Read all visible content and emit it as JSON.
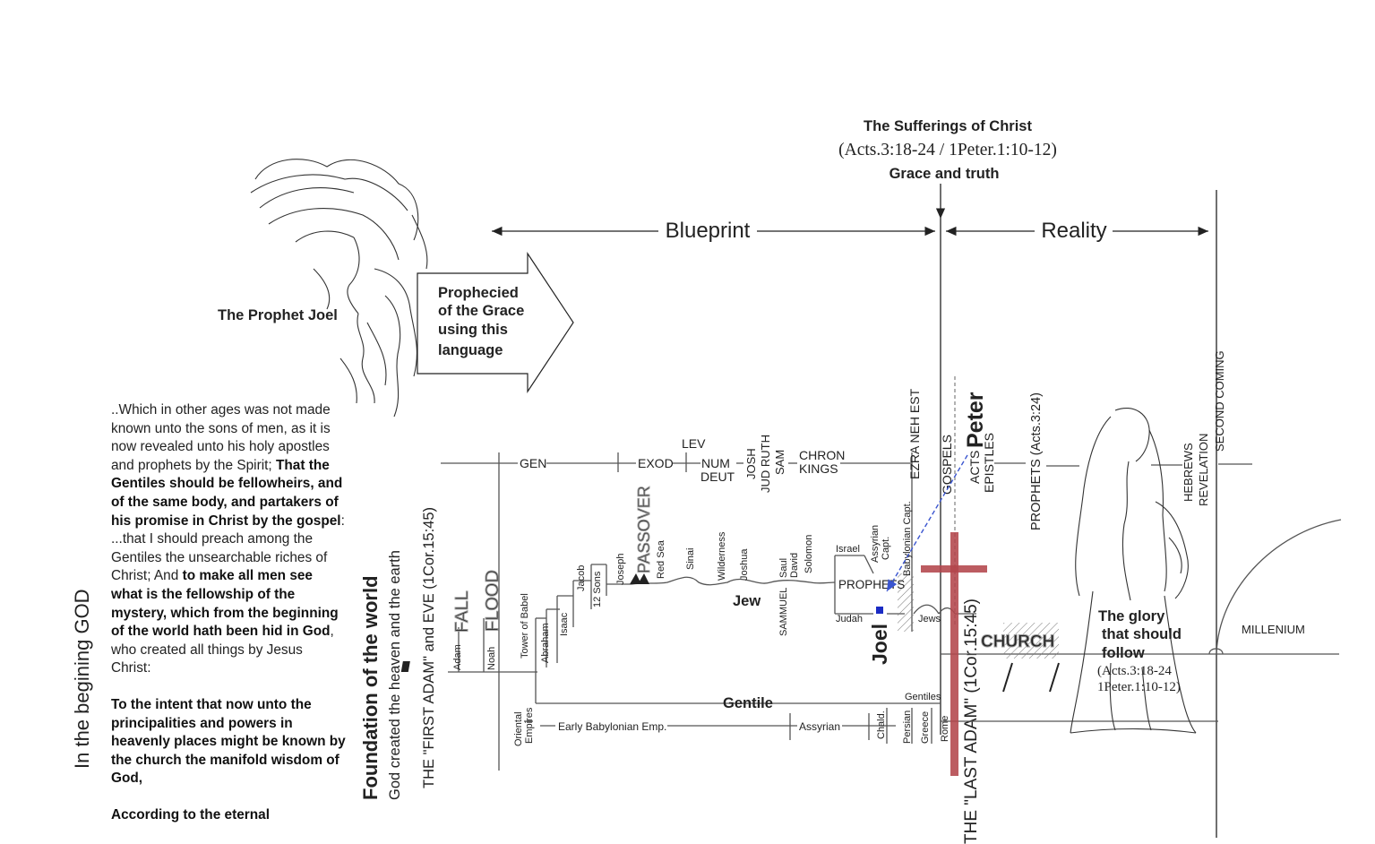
{
  "header": {
    "title": "The Sufferings of Christ",
    "reference": "(Acts.3:18-24 / 1Peter.1:10-12)",
    "subtitle": "Grace and truth"
  },
  "arrows": {
    "blueprint": "Blueprint",
    "reality": "Reality"
  },
  "prophet": {
    "name": "The Prophet Joel",
    "arrow_lines": [
      "Prophecied",
      "of the Grace",
      "using this",
      "language"
    ]
  },
  "side_labels": {
    "beginning": "In the begining GOD",
    "foundation": "Foundation of the world",
    "creation": "God created the heaven and the earth",
    "first_adam": "THE \"FIRST ADAM\" and EVE (1Cor.15:45)",
    "last_adam": "THE \"LAST ADAM\" (1Cor.15:45)"
  },
  "quote": {
    "p1": [
      {
        "text": "..Which in other ages was not made known unto the sons of men, as it is now revealed unto his holy apostles and prophets by the Spirit; ",
        "bold": false
      },
      {
        "text": "That the Gentiles should be fellowheirs, and of the same body, and partakers of his promise in Christ by the gospel",
        "bold": true
      },
      {
        "text": ": ...that I should preach among the Gentiles the unsearchable riches of Christ; And ",
        "bold": false
      },
      {
        "text": "to make all men see what is the fellowship of the mystery, which from the beginning of the world hath been hid in God",
        "bold": true
      },
      {
        "text": ", who created all things by Jesus Christ:",
        "bold": false
      }
    ],
    "p2": "To the intent that now unto the principalities and powers in heavenly places might be known by the church the manifold wisdom of God,",
    "p3": "According to the eternal"
  },
  "books": {
    "gen": "GEN",
    "exod": "EXOD",
    "lev": "LEV",
    "num": "NUM",
    "deut": "DEUT",
    "josh_group": [
      "JOSH",
      "JUD RUTH",
      "SAM"
    ],
    "chron": "CHRON",
    "kings": "KINGS",
    "ezra": "EZRA NEH EST",
    "gospels": "GOSPELS",
    "acts": "ACTS",
    "epistles": "EPISTLES",
    "prophets_ref": "PROPHETS (Acts.3:24)",
    "hebrews": "HEBREWS",
    "revelation": "REVELATION",
    "second_coming": "SECOND  COMING"
  },
  "events": {
    "adam": "Adam",
    "fall": "FALL",
    "noah": "Noah",
    "flood": "FLOOD",
    "babel": "Tower of Babel",
    "abraham": "Abraham",
    "isaac": "Isaac",
    "jacob": "Jacob",
    "sons": "12 Sons",
    "joseph": "Joseph",
    "passover": "PASSOVER",
    "red_sea": "Red Sea",
    "sinai": "Sinai",
    "wilderness": "Wilderness",
    "joshua": "Joshua",
    "kings_list": [
      "Saul",
      "David",
      "Solomon"
    ],
    "israel": "Israel",
    "assyrian_capt": [
      "Assyrian",
      "Capt."
    ],
    "babylonian_capt": "Babylonian Capt.",
    "prophets": "PROPHETS",
    "judah": "Judah",
    "jews": "Jews",
    "sammuel": "SAMMUEL",
    "jew": "Jew",
    "gentile": "Gentile",
    "gentiles": "Gentiles",
    "church": "CHURCH",
    "millenium": "MILLENIUM"
  },
  "empires": {
    "oriental": [
      "Oriental",
      "Empires"
    ],
    "babylonian": "Early  Babylonian  Emp.",
    "assyrian": "Assyrian",
    "chald": "Chald.",
    "persian": "Persian",
    "greece": "Greece",
    "rome": "Rome"
  },
  "names": {
    "peter": "Peter",
    "joel": "Joel"
  },
  "glory": {
    "lines": [
      "The glory",
      "that should",
      "follow"
    ],
    "refs": [
      "(Acts.3:18-24",
      "1Peter.1:10-12)"
    ]
  },
  "colors": {
    "cross": "#b3454b",
    "blue_names": "#1a2bc4",
    "arrow_blue": "#3a55d0",
    "last_adam": "#7b2d3a"
  }
}
